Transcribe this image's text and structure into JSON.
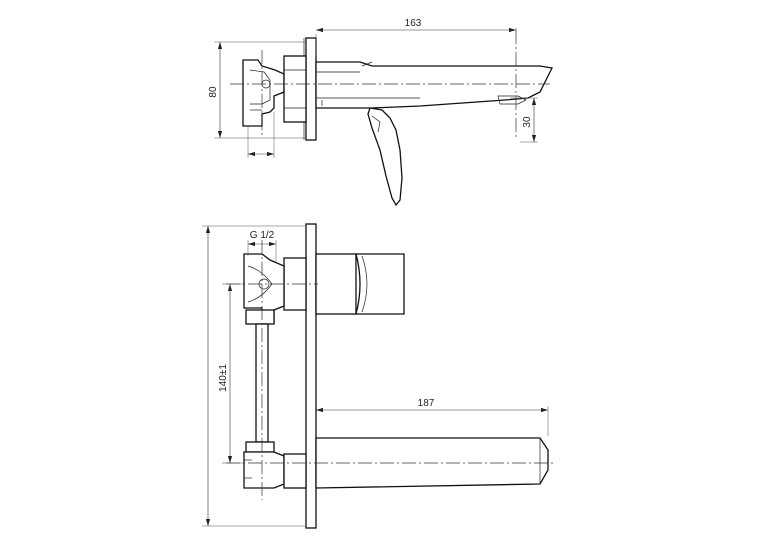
{
  "dimensions": {
    "top_width": "163",
    "top_height": "80",
    "top_spout_offset": "30",
    "bottom_thread": "G 1/2",
    "bottom_vertical": "140±1",
    "bottom_spout_length": "187"
  }
}
